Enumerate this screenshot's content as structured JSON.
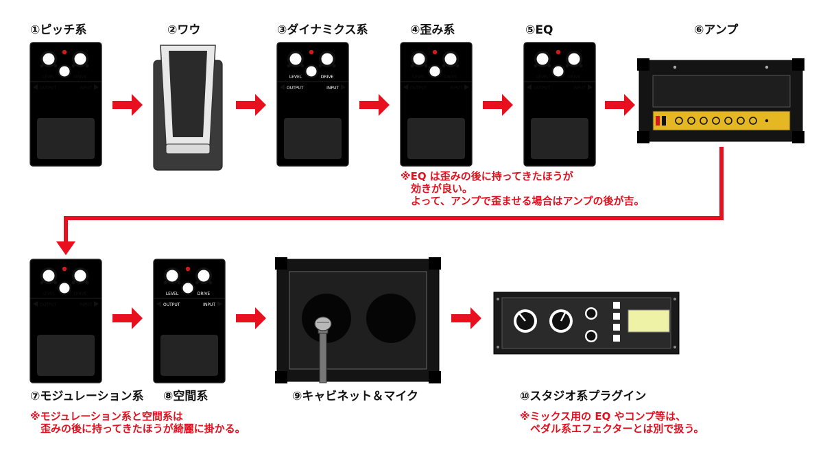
{
  "colors": {
    "arrow": "#e8101e",
    "pitch": "#1fa64a",
    "dynamics": "#1565c0",
    "distortion": "#ffec1a",
    "eq": "#f0ddd6",
    "modulation": "#7fd0f2",
    "spatial": "#5e5e5e",
    "note_text": "#e0101e"
  },
  "pedal_text": {
    "level": "LEVEL",
    "drive": "DRIVE",
    "output": "OUTPUT",
    "input": "INPUT"
  },
  "labels": {
    "pitch": "①ピッチ系",
    "wah": "②ワウ",
    "dynamics": "③ダイナミクス系",
    "distortion": "④歪み系",
    "eq": "⑤EQ",
    "amp": "⑥アンプ",
    "modulation": "⑦モジュレーション系",
    "spatial": "⑧空間系",
    "cabinet": "⑨キャビネット＆マイク",
    "plugin": "⑩スタジオ系プラグイン"
  },
  "notes": {
    "eq_note": "※EQ は歪みの後に持ってきたほうが\n　効きが良い。\n　よって、アンプで歪ませる場合はアンプの後が吉。",
    "modulation_note": "※モジュレーション系と空間系は\n　歪みの後に持ってきたほうが綺麗に掛かる。",
    "plugin_note": "※ミックス用の EQ やコンプ等は、\n　ペダル系エフェクターとは別で扱う。"
  }
}
